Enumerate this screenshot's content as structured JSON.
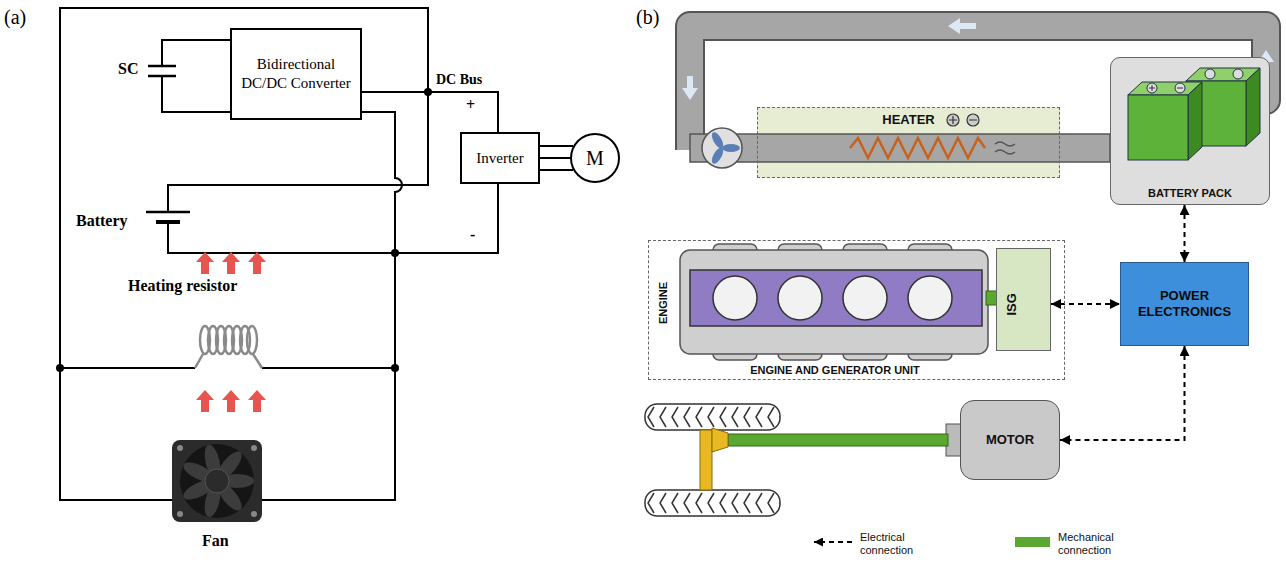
{
  "diagram": {
    "nodes": [
      {
        "text": [
          "Bidirectional DC/DC Converter"
        ]
      },
      {
        "text": [
          "Inverter"
        ]
      },
      {
        "text": [
          "M"
        ]
      },
      {
        "text": [
          "HEATER"
        ]
      },
      {
        "text": [
          "BATTERY PACK"
        ]
      },
      {
        "text": [
          "ENGINE",
          "ENGINE AND GENERATOR UNIT"
        ]
      },
      {
        "text": [
          "ISG"
        ],
        "in": 5
      },
      {
        "text": [
          "POWER ELECTRONICS"
        ]
      },
      {
        "text": [
          "MOTOR"
        ]
      }
    ],
    "edges": [
      {
        "from": 1,
        "to": 2,
        "arrow": "none"
      },
      {
        "from": 4,
        "to": 7,
        "arrow": "both"
      },
      {
        "from": 6,
        "to": 7,
        "arrow": "both"
      },
      {
        "from": 7,
        "to": 8,
        "arrow": "both"
      }
    ],
    "labels": [
      "(a)",
      "SC",
      "DC Bus",
      "+",
      "-",
      "Battery",
      "Heating resistor",
      "Fan",
      "(b)"
    ],
    "legend": [
      {
        "text": "Electrical connection"
      },
      {
        "text": "Mechanical connection",
        "color": "#5aa832"
      }
    ]
  }
}
